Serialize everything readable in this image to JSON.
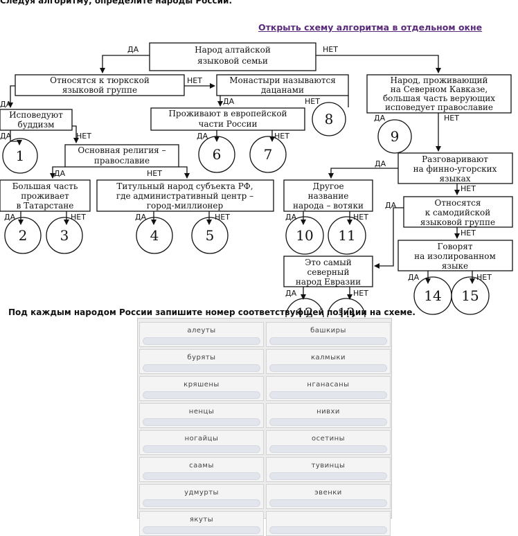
{
  "instruction_top": "Следуя алгоритму, определите народы России.",
  "open_link": "Открыть схему алгоритма в отдельном окне",
  "instruction_bottom": "Под каждым народом России запишите номер соответствующей позиции на схеме.",
  "labels": {
    "yes": "ДА",
    "no": "НЕТ"
  },
  "boxes": {
    "b1": [
      "Народ алтайской",
      "языковой семьи"
    ],
    "b2": [
      "Относятся к тюркской",
      "языковой группе"
    ],
    "b3": [
      "Монастыри называются",
      "дацанами"
    ],
    "b4": [
      "Народ, проживающий",
      "на Северном Кавказе,",
      "большая часть верующих",
      "исповедует православие"
    ],
    "b5": [
      "Исповедуют",
      "буддизм"
    ],
    "b6": [
      "Проживают в европейской",
      "части России"
    ],
    "b7": [
      "Основная религия –",
      "православие"
    ],
    "b8": [
      "Разговаривают",
      "на финно-угорских",
      "языках"
    ],
    "b9": [
      "Большая часть",
      "проживает",
      "в Татарстане"
    ],
    "b10": [
      "Титульный народ субъекта РФ,",
      "где административный центр –",
      "город-миллионер"
    ],
    "b11": [
      "Другое",
      "название",
      "народа – вотяки"
    ],
    "b12": [
      "Относятся",
      "к самодийской",
      "языковой группе"
    ],
    "b13": [
      "Говорят",
      "на изолированном",
      "языке"
    ],
    "b14": [
      "Это самый",
      "северный",
      "народ Евразии"
    ]
  },
  "circles": [
    "1",
    "2",
    "3",
    "4",
    "5",
    "6",
    "7",
    "8",
    "9",
    "10",
    "11",
    "12",
    "13",
    "14",
    "15"
  ],
  "peoples": [
    "алеуты",
    "башкиры",
    "буряты",
    "калмыки",
    "кряшены",
    "нганасаны",
    "ненцы",
    "нивхи",
    "ногайцы",
    "осетины",
    "саамы",
    "тувинцы",
    "удмурты",
    "эвенки",
    "якуты",
    ""
  ]
}
